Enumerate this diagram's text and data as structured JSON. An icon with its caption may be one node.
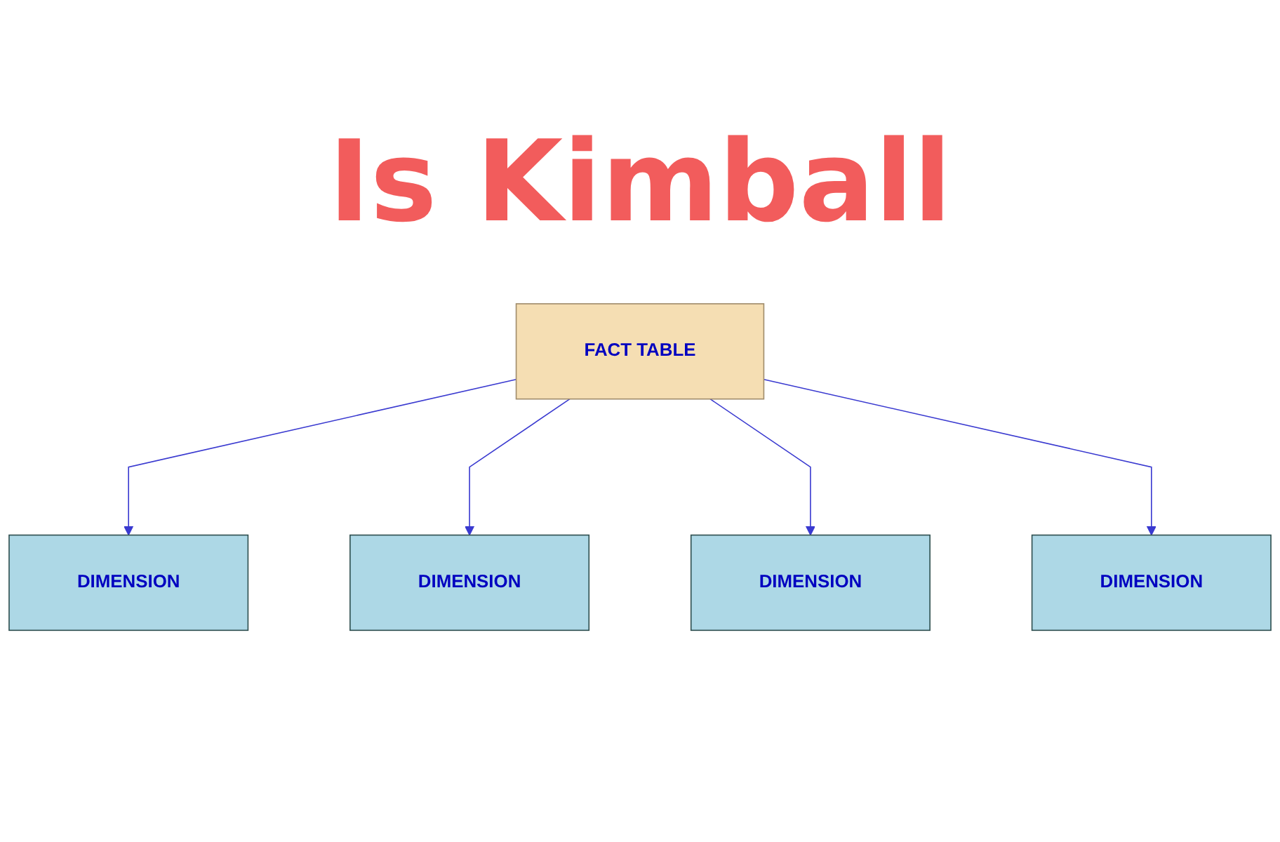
{
  "diagram": {
    "title": "Is Kimball",
    "nodes": [
      {
        "text": [
          "DIMENSION"
        ]
      },
      {
        "text": [
          "DIMENSION"
        ]
      },
      {
        "text": [
          "FACT TABLE"
        ]
      },
      {
        "text": [
          "DIMENSION"
        ]
      },
      {
        "text": [
          "DIMENSION"
        ]
      }
    ],
    "edges": [
      {
        "from": 2,
        "to": 0,
        "arrow": "to"
      },
      {
        "from": 2,
        "to": 1,
        "arrow": "to"
      },
      {
        "from": 2,
        "to": 3,
        "arrow": "to"
      },
      {
        "from": 2,
        "to": 4,
        "arrow": "to"
      }
    ]
  }
}
